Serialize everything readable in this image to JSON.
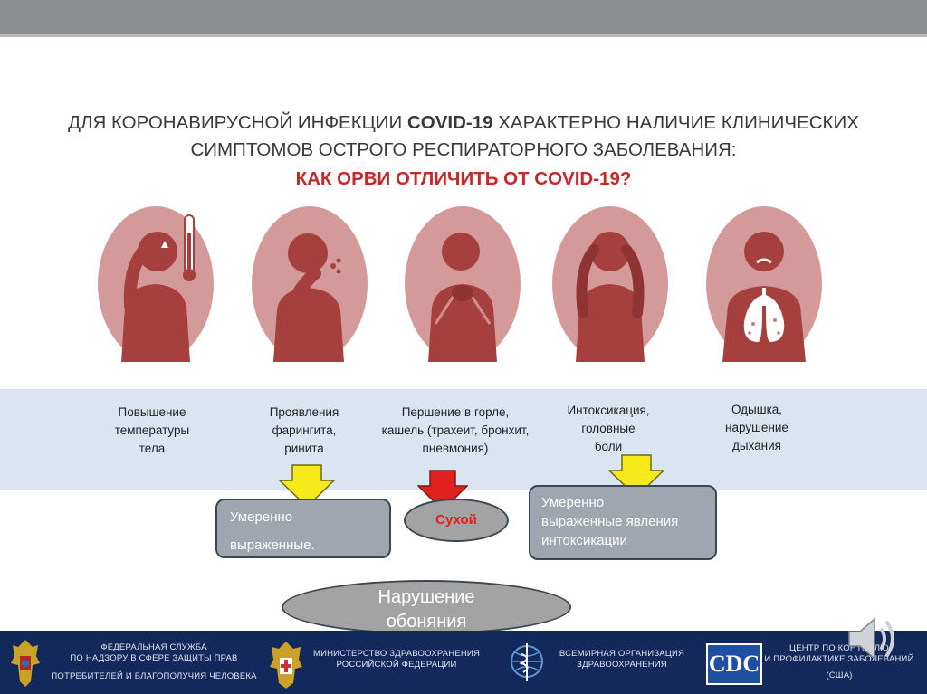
{
  "title": {
    "line1_prefix": "ДЛЯ КОРОНАВИРУСНОЙ ИНФЕКЦИИ ",
    "line1_bold": "COVID-19",
    "line1_suffix": " ХАРАКТЕРНО НАЛИЧИЕ КЛИНИЧЕСКИХ",
    "line2": "СИМПТОМОВ ОСТРОГО РЕСПИРАТОРНОГО ЗАБОЛЕВАНИЯ:",
    "subtitle": "КАК ОРВИ ОТЛИЧИТЬ ОТ COVID-19?"
  },
  "symptoms": [
    {
      "icon": "fever-icon",
      "lines": [
        "Повышение",
        "температуры",
        "тела"
      ]
    },
    {
      "icon": "sneeze-icon",
      "lines": [
        "Проявления",
        "фарингита,",
        "ринита"
      ]
    },
    {
      "icon": "sore-throat-icon",
      "lines": [
        "Першение в горле,",
        "кашель (трахеит, бронхит,",
        "пневмония)"
      ]
    },
    {
      "icon": "headache-icon",
      "lines": [
        "Интоксикация,",
        "головные",
        "боли"
      ]
    },
    {
      "icon": "lungs-icon",
      "lines": [
        "Одышка,",
        "нарушение",
        "дыхания"
      ]
    }
  ],
  "notes": {
    "moderate": [
      "Умеренно",
      "выраженные."
    ],
    "dry": "Сухой",
    "intox": [
      "Умеренно",
      "выраженные явления",
      "интоксикации"
    ],
    "smell": [
      "Нарушение",
      "обоняния"
    ]
  },
  "colors": {
    "accent_red": "#c62828",
    "figure": "#a6403e",
    "circle": "#d49a9a",
    "arrow_yellow": "#f7ea1a",
    "arrow_red": "#e0221e",
    "footer": "#13285b"
  },
  "footer": {
    "org1": [
      "ФЕДЕРАЛЬНАЯ СЛУЖБА",
      "ПО НАДЗОРУ В СФЕРЕ ЗАЩИТЫ ПРАВ",
      "ПОТРЕБИТЕЛЕЙ И БЛАГОПОЛУЧИЯ ЧЕЛОВЕКА"
    ],
    "org2": [
      "МИНИСТЕРСТВО ЗДРАВООХРАНЕНИЯ",
      "РОССИЙСКОЙ ФЕДЕРАЦИИ"
    ],
    "org3": [
      "ВСЕМИРНАЯ ОРГАНИЗАЦИЯ",
      "ЗДРАВООХРАНЕНИЯ"
    ],
    "cdc": "CDC",
    "org4": [
      "ЦЕНТР ПО КОНТРОЛЮ",
      "И ПРОФИЛАКТИКЕ ЗАБОЛЕВАНИЙ",
      "(США)"
    ]
  }
}
